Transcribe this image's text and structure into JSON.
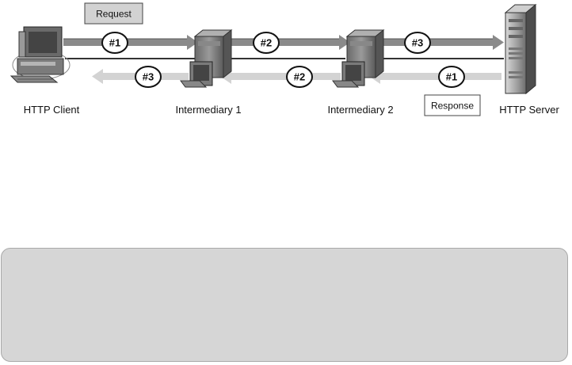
{
  "nodes": {
    "client": "HTTP Client",
    "intermediary1": "Intermediary 1",
    "intermediary2": "Intermediary 2",
    "server": "HTTP Server"
  },
  "request_label": "Request",
  "response_label": "Response",
  "request_hops": [
    "#1",
    "#2",
    "#3"
  ],
  "response_hops": [
    "#1",
    "#2",
    "#3"
  ],
  "colors": {
    "request_arrow": "#8a8a8a",
    "response_arrow": "#d3d3d3",
    "caption_box": "#d6d6d6"
  }
}
